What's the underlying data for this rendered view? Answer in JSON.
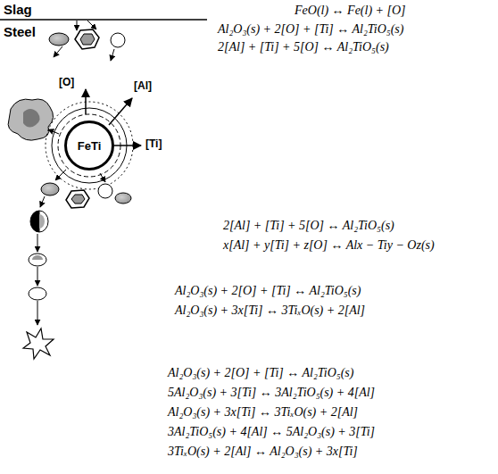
{
  "diagram": {
    "nodes": [
      {
        "text": [
          "FeTi"
        ]
      }
    ],
    "labels": [
      "Slag",
      "Steel",
      "FeO(l) ↔ Fe(l) + [O]",
      "Al₂O₃(s) + 2[O] + [Ti] ↔ Al₂TiO₅(s)",
      "2[Al] + [Ti] + 5[O] ↔ Al₂TiO₅(s)",
      "2[Al] + [Ti] + 5[O] ↔ Al₂TiO₅(s)",
      "x[Al] + y[Ti] + z[O] ↔ Alx − Tiy − Oz(s)",
      "Al₂O₃(s) + 2[O] + [Ti] ↔ Al₂TiO₅(s)",
      "Al₂O₃(s) + 3x[Ti] ↔ 3TiₓO(s) + 2[Al]",
      "Al₂O₃(s) + 2[O] + [Ti] ↔ Al₂TiO₅(s)",
      "5Al₂O₃(s) + 3[Ti] ↔ 3Al₂TiO₅(s) + 4[Al]",
      "Al₂O₃(s) + 3x[Ti] ↔ 3TiₓO(s) + 2[Al]",
      "3Al₂TiO₅(s) + 4[Al] ↔ 5Al₂O₃(s) + 3[Ti]",
      "3TiₓO(s) + 2[Al] ↔ Al₂O₃(s) + 3x[Ti]",
      "[O]",
      "[Al]",
      "[Ti]"
    ]
  }
}
